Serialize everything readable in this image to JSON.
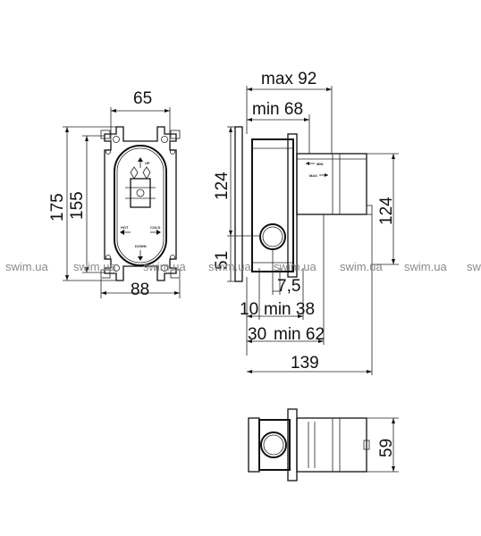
{
  "dimensions": {
    "width_65": "65",
    "height_175": "175",
    "height_155": "155",
    "width_88": "88",
    "max_92": "max 92",
    "min_68": "min 68",
    "height_124_left": "124",
    "height_124_right": "124",
    "height_51": "51",
    "d_7_5": "7,5",
    "d_10": "10",
    "min_38": "min 38",
    "d_30": "30",
    "min_62": "min 62",
    "d_139": "139",
    "d_59": "59"
  },
  "front_labels": {
    "up": "UP",
    "down": "DOWN",
    "hot": "HOT",
    "cold": "COLD"
  },
  "side_labels": {
    "min": "MIN",
    "max": "MAX"
  },
  "watermark": "swim.ua",
  "colors": {
    "line": "#111111",
    "watermark": "#8a8a8a",
    "background": "#ffffff"
  }
}
